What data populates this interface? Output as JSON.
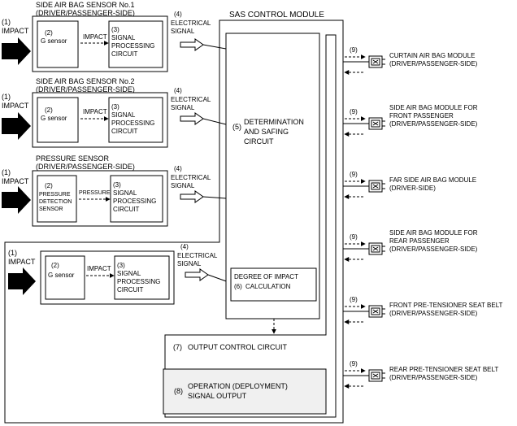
{
  "sas_module": "SAS CONTROL MODULE",
  "impact_num": "(1)",
  "impact": "IMPACT",
  "sensor1": {
    "title": [
      "SIDE AIR BAG SENSOR No.1",
      "(DRIVER/PASSENGER-SIDE)"
    ],
    "sensor_num": "(2)",
    "sensor": "G sensor",
    "signal_word": "IMPACT",
    "spc_num": "(3)",
    "spc": [
      "SIGNAL",
      "PROCESSING",
      "CIRCUIT"
    ],
    "elec_num": "(4)",
    "elec": [
      "ELECTRICAL",
      "SIGNAL"
    ]
  },
  "sensor2": {
    "title": [
      "SIDE AIR BAG SENSOR No.2",
      "(DRIVER/PASSENGER-SIDE)"
    ],
    "sensor_num": "(2)",
    "sensor": "G sensor",
    "signal_word": "IMPACT",
    "spc_num": "(3)",
    "spc": [
      "SIGNAL",
      "PROCESSING",
      "CIRCUIT"
    ],
    "elec_num": "(4)",
    "elec": [
      "ELECTRICAL",
      "SIGNAL"
    ]
  },
  "sensor3": {
    "title": [
      "PRESSURE SENSOR",
      "(DRIVER/PASSENGER-SIDE)"
    ],
    "sensor_num": "(2)",
    "sensor": [
      "PRESSURE",
      "DETECTION",
      "SENSOR"
    ],
    "signal_word": "PRESSURE",
    "spc_num": "(3)",
    "spc": [
      "SIGNAL",
      "PROCESSING",
      "CIRCUIT"
    ],
    "elec_num": "(4)",
    "elec": [
      "ELECTRICAL",
      "SIGNAL"
    ]
  },
  "sensor4": {
    "sensor_num": "(2)",
    "sensor": "G sensor",
    "signal_word": "IMPACT",
    "spc_num": "(3)",
    "spc": [
      "SIGNAL",
      "PROCESSING",
      "CIRCUIT"
    ],
    "elec_num": "(4)",
    "elec": [
      "ELECTRICAL",
      "SIGNAL"
    ]
  },
  "determination": {
    "num": "(5)",
    "lines": [
      "DETERMINATION",
      "AND SAFING",
      "CIRCUIT"
    ]
  },
  "degree": {
    "num": "(6)",
    "lines": [
      "DEGREE OF IMPACT",
      "CALCULATION"
    ]
  },
  "output_control": {
    "num": "(7)",
    "label": "OUTPUT CONTROL CIRCUIT"
  },
  "operation": {
    "num": "(8)",
    "lines": [
      "OPERATION (DEPLOYMENT)",
      "SIGNAL OUTPUT"
    ]
  },
  "output_num": "(9)",
  "outputs": [
    {
      "lines": [
        "CURTAIN AIR BAG MODULE",
        "(DRIVER/PASSENGER-SIDE)"
      ]
    },
    {
      "lines": [
        "SIDE AIR BAG MODULE FOR",
        "FRONT PASSENGER",
        "(DRIVER/PASSENGER-SIDE)"
      ]
    },
    {
      "lines": [
        "FAR SIDE AIR BAG MODULE",
        "(DRIVER-SIDE)"
      ]
    },
    {
      "lines": [
        "SIDE AIR BAG MODULE FOR",
        "REAR PASSENGER",
        "(DRIVER/PASSENGER-SIDE)"
      ]
    },
    {
      "lines": [
        "FRONT PRE-TENSIONER SEAT BELT",
        "(DRIVER/PASSENGER-SIDE)"
      ]
    },
    {
      "lines": [
        "REAR PRE-TENSIONER SEAT BELT",
        "(DRIVER/PASSENGER-SIDE)"
      ]
    }
  ]
}
